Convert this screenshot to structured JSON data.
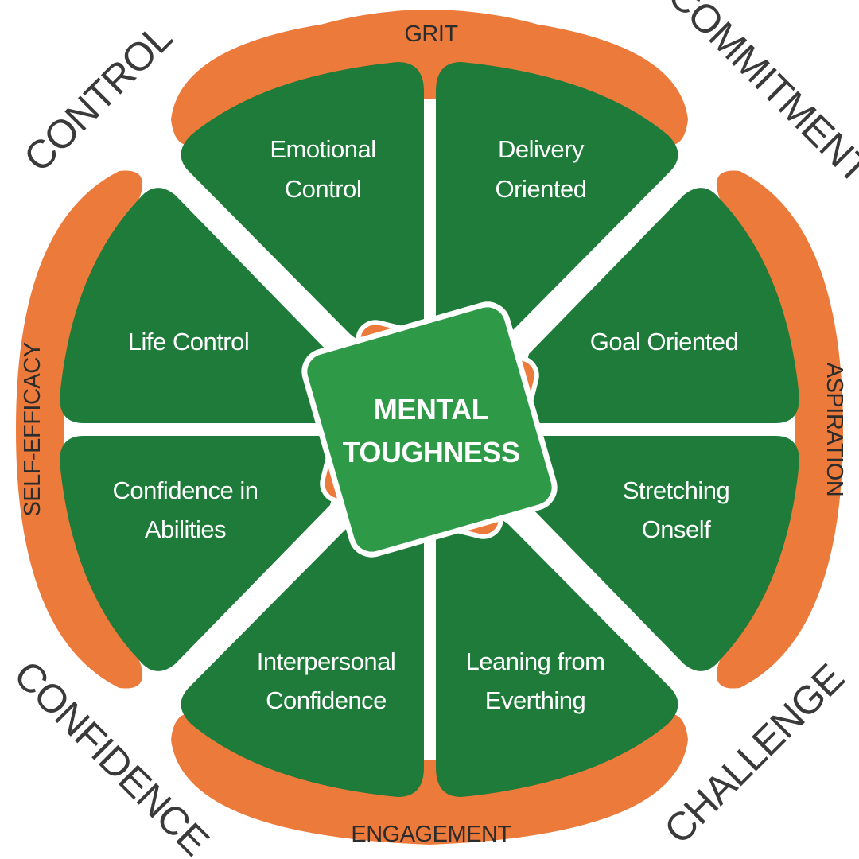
{
  "center": {
    "line1": "MENTAL",
    "line2": "TOUGHNESS"
  },
  "corners": {
    "top_left": "CONTROL",
    "top_right": "COMMITMENT",
    "bottom_left": "CONFIDENCE",
    "bottom_right": "CHALLENGE"
  },
  "bands": {
    "top": "GRIT",
    "right": "ASPIRATION",
    "bottom": "ENGAGEMENT",
    "left": "SELF-EFFICACY"
  },
  "segments": [
    {
      "line1": "Emotional",
      "line2": "Control"
    },
    {
      "line1": "Delivery",
      "line2": "Oriented"
    },
    {
      "line1": "Goal Oriented",
      "line2": ""
    },
    {
      "line1": "Stretching",
      "line2": "Onself"
    },
    {
      "line1": "Leaning from",
      "line2": "Everthing"
    },
    {
      "line1": "Interpersonal",
      "line2": "Confidence"
    },
    {
      "line1": "Confidence in",
      "line2": "Abilities"
    },
    {
      "line1": "Life Control",
      "line2": ""
    }
  ],
  "colors": {
    "green": "#1e7b3a",
    "green_light": "#2e9a48",
    "orange": "#ec7a3b",
    "text_dark": "#3a3a3a",
    "white": "#ffffff"
  }
}
